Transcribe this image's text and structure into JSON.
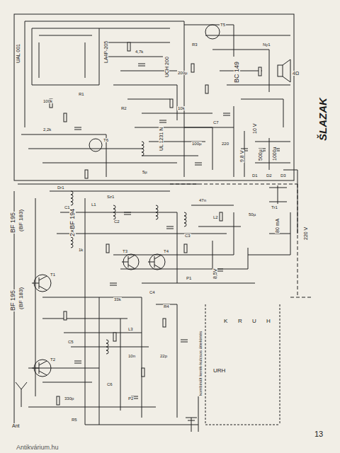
{
  "diagram": {
    "labels": [
      "ŠLAZAK",
      "13",
      "BF 195",
      "(BF 183)",
      "BF 195",
      "(BF 183)",
      "2×BF 194",
      "BC 149",
      "UAL 001",
      "LA4P-205",
      "UCH 200",
      "UL 1231 N",
      "4Ω",
      "220 V",
      "80 mA",
      "9,8 V",
      "10 V",
      "1000µ",
      "500µ",
      "8,5V",
      "Ant",
      "kombinált kerék-kulcsos áttekintés",
      "Antikvárium.hu",
      "K",
      "R",
      "U",
      "H",
      "URH",
      "T1",
      "T2",
      "T3",
      "T4",
      "T5",
      "T6",
      "C1",
      "C2",
      "C3",
      "C4",
      "C5",
      "C6",
      "C7",
      "R1",
      "R2",
      "R3",
      "R4",
      "R5",
      "L1",
      "L2",
      "L3",
      "D1",
      "D2",
      "D3",
      "Tr1",
      "Dr1",
      "Ny1",
      "P1",
      "P2",
      "Sz1",
      "100k",
      "4,7k",
      "10k",
      "1k",
      "47n",
      "10n",
      "330p",
      "22p",
      "220",
      "2,2k",
      "33k",
      "5µ",
      "50µ",
      "200µ",
      "100µ"
    ]
  }
}
